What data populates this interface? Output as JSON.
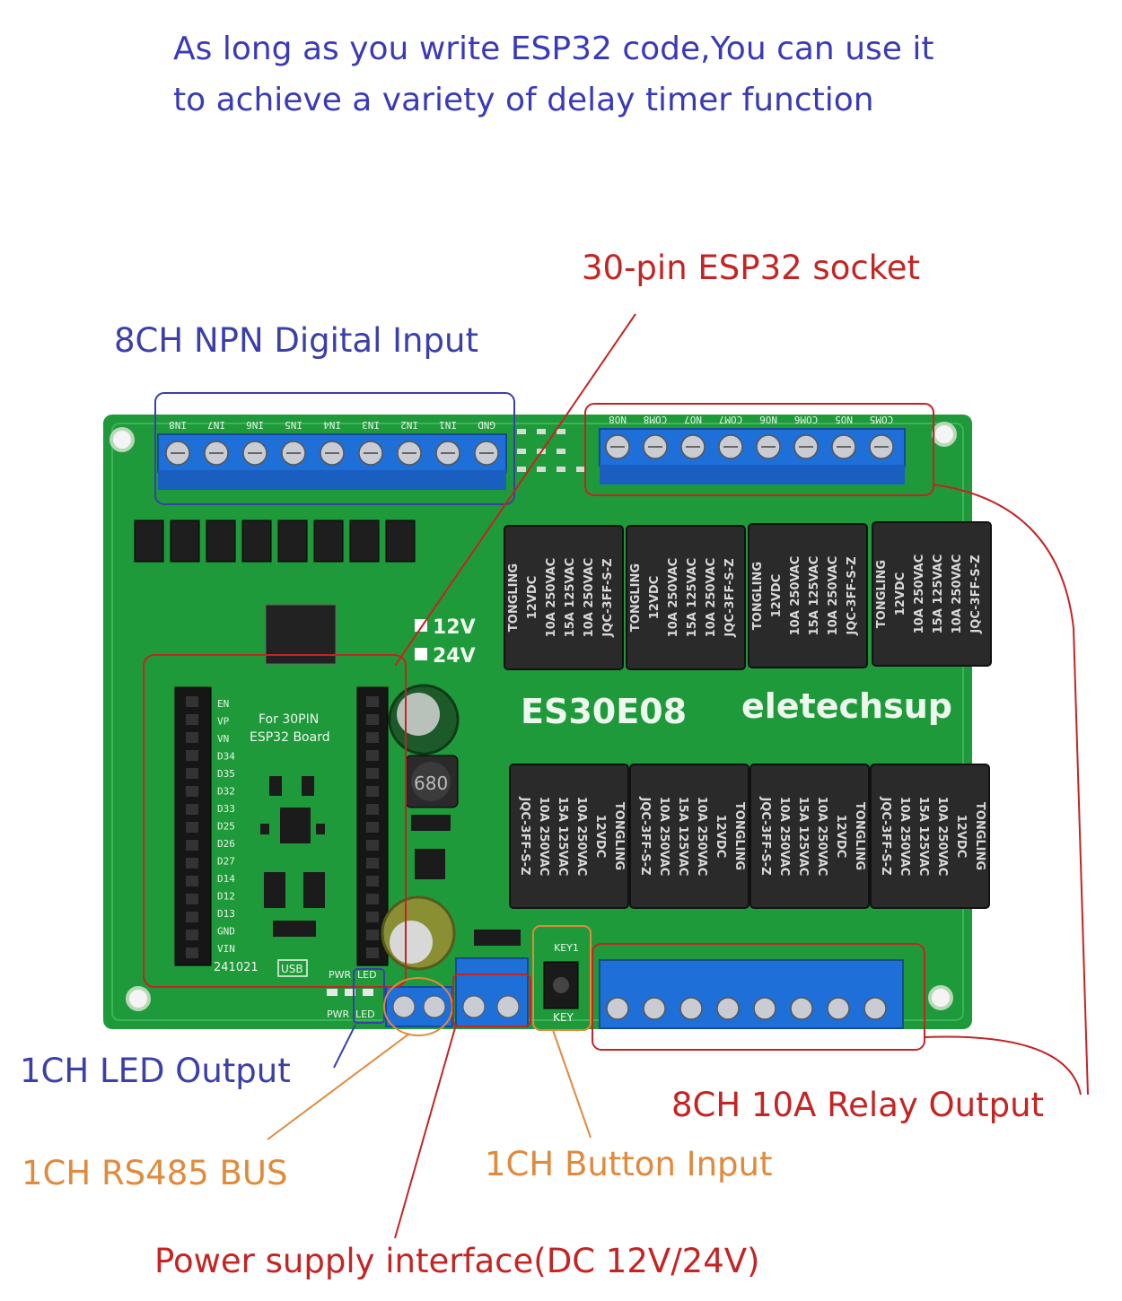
{
  "headline": {
    "line1": "As long as you write ESP32 code,You can use it",
    "line2": "to achieve a variety of delay timer function"
  },
  "callouts": {
    "esp32_socket": "30-pin ESP32 socket",
    "npn_input": "8CH NPN Digital Input",
    "led_output": "1CH  LED Output",
    "relay_output": "8CH 10A Relay Output",
    "rs485_bus": "1CH RS485 BUS",
    "button_input": "1CH  Button Input",
    "power_supply": "Power supply interface(DC 12V/24V)"
  },
  "board": {
    "model": "ES30E08",
    "brand": "eletechsup",
    "socket_label_1": "For 30PIN",
    "socket_label_2": "ESP32 Board",
    "volt_12": "12V",
    "volt_24": "24V",
    "date_code": "241021",
    "usb": "USB",
    "pwr": "PWR",
    "led": "LED",
    "key": "KEY",
    "key1": "KEY1",
    "inductor": "680",
    "input_terminals": [
      "IN8",
      "IN7",
      "IN6",
      "IN5",
      "IN4",
      "IN3",
      "IN2",
      "IN1",
      "GND"
    ],
    "relay_terminals": [
      "NO8",
      "COM8",
      "NO7",
      "COM7",
      "NO6",
      "COM6",
      "NO5",
      "COM5"
    ],
    "left_header_pins": [
      "EN",
      "VP",
      "VN",
      "D34",
      "D35",
      "D32",
      "D33",
      "D25",
      "D26",
      "D27",
      "D14",
      "D12",
      "D13",
      "GND",
      "VIN"
    ],
    "relay_lines": [
      "TONGLING",
      "12VDC",
      "10A 250VAC",
      "15A 125VAC",
      "10A 250VAC",
      "JQC-3FF-S-Z"
    ]
  },
  "colors": {
    "pcb": "#1f9a3a",
    "terminal": "#1f6fd8",
    "relay": "#2a2a2a",
    "callout_blue": "#3b3fa8",
    "callout_red": "#c42424",
    "callout_orange": "#e08a3c",
    "headline": "#3a3ab8"
  }
}
